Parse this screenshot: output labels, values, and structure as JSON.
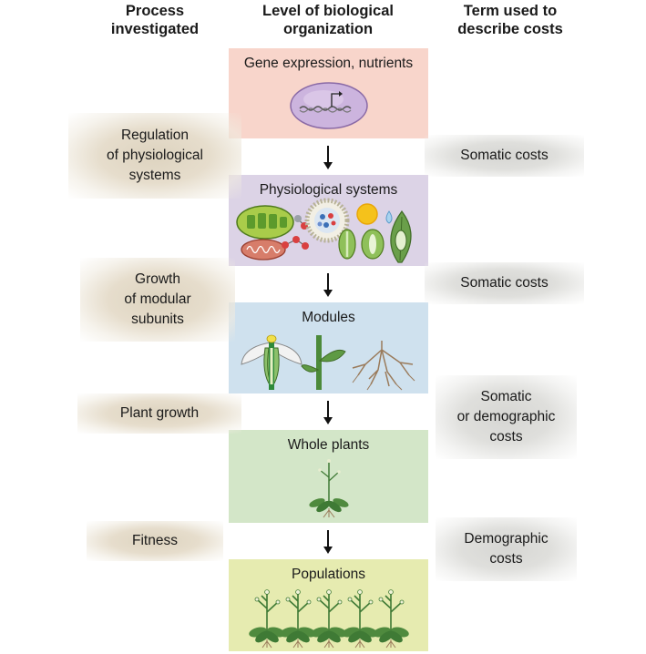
{
  "headers": {
    "process": [
      "Process",
      "investigated"
    ],
    "level": [
      "Level of biological",
      "organization"
    ],
    "term": [
      "Term used to",
      "describe costs"
    ]
  },
  "levels": [
    {
      "title": "Gene expression, nutrients"
    },
    {
      "title": "Physiological systems"
    },
    {
      "title": "Modules"
    },
    {
      "title": "Whole plants"
    },
    {
      "title": "Populations"
    }
  ],
  "processes": [
    {
      "lines": [
        "Regulation",
        "of physiological",
        "systems"
      ]
    },
    {
      "lines": [
        "Growth",
        "of modular",
        "subunits"
      ]
    },
    {
      "lines": [
        "Plant growth"
      ]
    },
    {
      "lines": [
        "Fitness"
      ]
    }
  ],
  "terms": [
    {
      "lines": [
        "Somatic costs"
      ]
    },
    {
      "lines": [
        "Somatic costs"
      ]
    },
    {
      "lines": [
        "Somatic",
        "or demographic",
        "costs"
      ]
    },
    {
      "lines": [
        "Demographic",
        "costs"
      ]
    }
  ],
  "colors": {
    "gene_box": "#f8d5cb",
    "physiology_box": "#dcd3e6",
    "modules_box": "#cfe1ee",
    "whole_plant_box": "#d3e6c8",
    "population_box": "#e6ebb0",
    "process_ellipse": "#e6ddcc",
    "term_ellipse": "#dfdfdc",
    "plant_green": "#3f7a35"
  },
  "icons": [
    "cell-with-dna-icon",
    "chloroplast-icon",
    "mitochondrion-icon",
    "molecule-icon",
    "membrane-icon",
    "sun-icon",
    "water-drop-icon",
    "stomata-icon",
    "leaf-icon",
    "flower-icon",
    "stem-icon",
    "root-icon",
    "rosette-plant-icon",
    "arrow-down-icon"
  ]
}
